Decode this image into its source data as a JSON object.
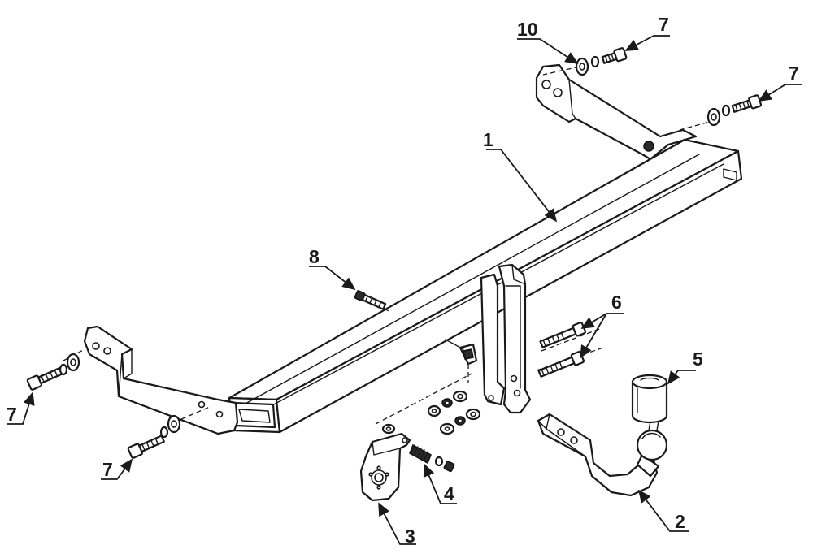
{
  "diagram": {
    "callouts": {
      "tow_bar_crossbeam": "1",
      "detachable_ball_neck": "2",
      "socket_mounting_plate": "3",
      "spring_bolt": "4",
      "protective_cap": "5",
      "ball_neck_bolts": "6",
      "side_bracket_bolts_left_lower": "7",
      "side_bracket_bolts_left_upper": "7",
      "side_bracket_bolts_right_top": "7",
      "side_bracket_bolts_right_mid": "7",
      "center_bolt": "8",
      "washer_spacer": "10"
    },
    "colors": {
      "line": "#1a1a1a",
      "background": "#ffffff"
    }
  }
}
